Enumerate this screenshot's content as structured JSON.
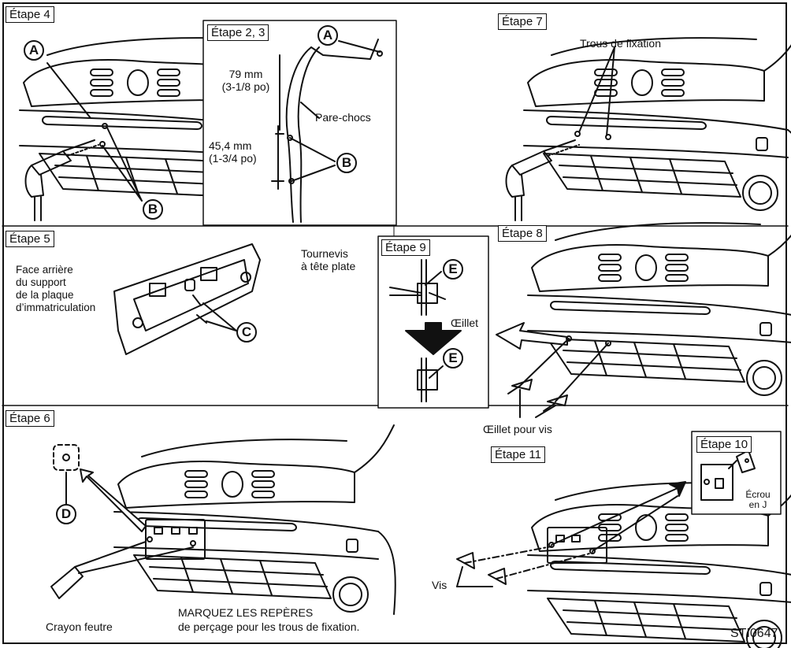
{
  "labels": {
    "step4": "Étape 4",
    "step2_3": "Étape 2, 3",
    "step7": "Étape 7",
    "step5": "Étape 5",
    "step9": "Étape 9",
    "step8": "Étape 8",
    "step6": "Étape 6",
    "step11": "Étape 11",
    "step10": "Étape 10"
  },
  "callouts": {
    "a": "A",
    "b": "B",
    "c": "C",
    "d": "D",
    "e": "E"
  },
  "text": {
    "dim_79": "79 mm\n(3-1/8 po)",
    "dim_45": "45,4 mm\n(1-3/4 po)",
    "bumper": "Pare-chocs",
    "mount_holes": "Trous de fixation",
    "bracket_back": "Face arrière\ndu support\nde la plaque\nd’immatriculation",
    "screwdriver": "Tournevis\nà tête plate",
    "grommet": "Œillet",
    "screw_grommet": "Œillet pour vis",
    "felt_pen": "Crayon feutre",
    "mark_line1": "MARQUEZ LES REPÈRES",
    "mark_line2": "de perçage pour les trous de fixation.",
    "jnut": "Écrou\nen J",
    "screws": "Vis",
    "figure_code": "STI0647"
  }
}
